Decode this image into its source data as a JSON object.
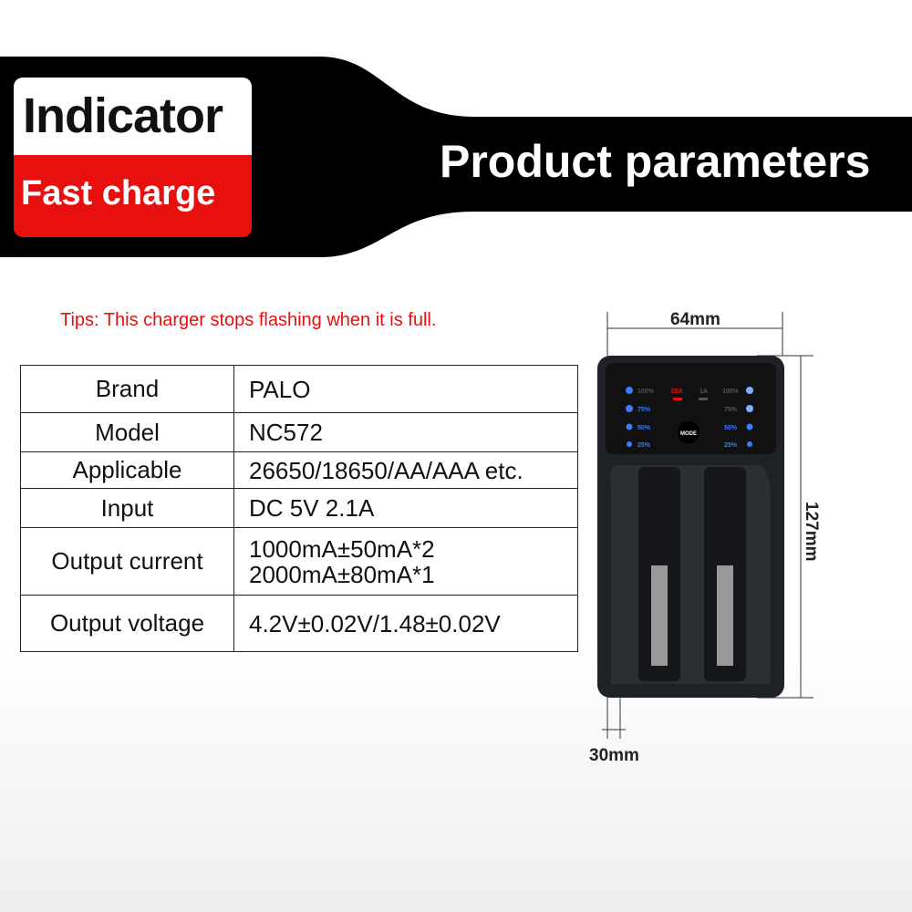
{
  "banner": {
    "indicator": "Indicator",
    "fast_charge": "Fast charge",
    "title": "Product parameters"
  },
  "tips": "Tips: This charger stops flashing when it is full.",
  "specs": [
    {
      "label": "Brand",
      "value": "PALO"
    },
    {
      "label": "Model",
      "value": "NC572"
    },
    {
      "label": "Applicable",
      "value": "26650/18650/AA/AAA etc."
    },
    {
      "label": "Input",
      "value": "DC 5V 2.1A"
    },
    {
      "label": "Output current",
      "value": "1000mA±50mA*2",
      "value2": "2000mA±80mA*1"
    },
    {
      "label": "Output voltage",
      "value": "4.2V±0.02V/1.48±0.02V"
    }
  ],
  "dimensions": {
    "width": "64mm",
    "height": "127mm",
    "depth": "30mm"
  },
  "charger_panel": {
    "levels": [
      "100%",
      "75%",
      "50%",
      "25%"
    ],
    "current_a": "05A",
    "current_b": "1A",
    "mode": "MODE"
  },
  "colors": {
    "red": "#e8100e",
    "black": "#000000",
    "led_blue": "#3a7bff"
  }
}
